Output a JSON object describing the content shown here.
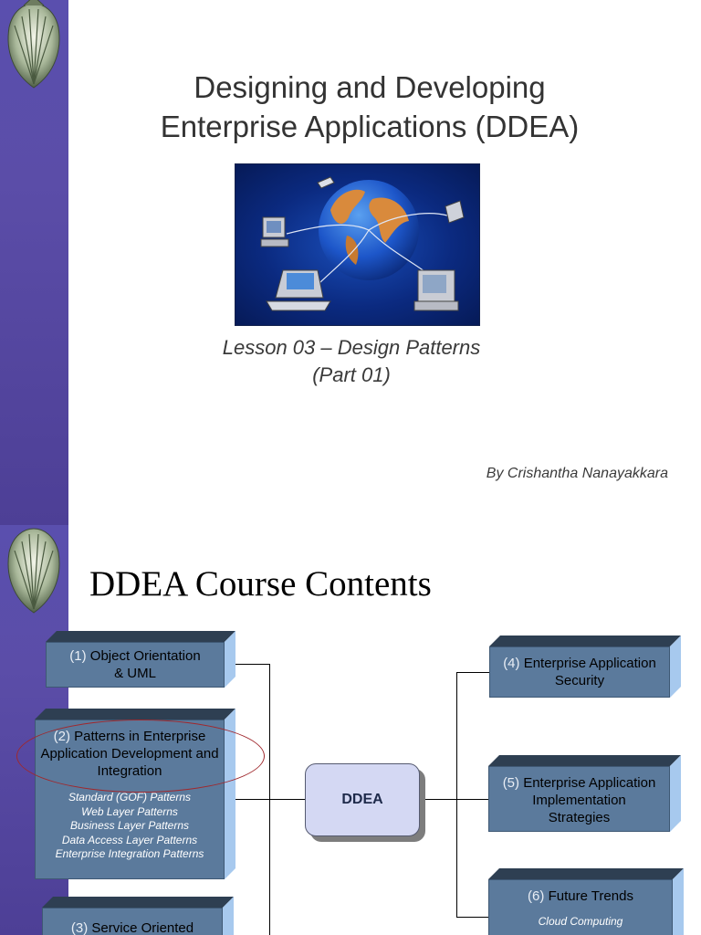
{
  "slide1": {
    "title_lines": [
      "Designing and Developing",
      "Enterprise Applications (DDEA)"
    ],
    "lesson_lines": [
      "Lesson 03 – Design Patterns",
      "(Part 01)"
    ],
    "author": "By Crishantha Nanayakkara"
  },
  "slide2": {
    "title": "DDEA Course Contents",
    "center": "DDEA",
    "boxes": [
      {
        "num": "(1)",
        "label_lines": [
          "Object Orientation",
          "& UML"
        ]
      },
      {
        "num": "(2)",
        "label_lines": [
          "Patterns in Enterprise",
          "Application Development and",
          "Integration"
        ],
        "subitems": [
          "Standard (GOF) Patterns",
          "Web Layer Patterns",
          "Business Layer Patterns",
          "Data Access Layer Patterns",
          "Enterprise Integration Patterns"
        ]
      },
      {
        "num": "(3)",
        "label_lines": [
          "Service Oriented"
        ]
      },
      {
        "num": "(4)",
        "label_lines": [
          "Enterprise Application",
          "Security"
        ]
      },
      {
        "num": "(5)",
        "label_lines": [
          "Enterprise Application",
          "Implementation",
          "Strategies"
        ]
      },
      {
        "num": "(6)",
        "label_lines": [
          "Future Trends"
        ],
        "subitems": [
          "Cloud Computing"
        ]
      }
    ]
  },
  "colors": {
    "sidebar": "#5a4fae",
    "box_front": "#5b7a9c",
    "box_top": "#2e3f52",
    "box_side": "#a7c9ee",
    "center_fill": "#d4d8f3",
    "highlight_ellipse": "#a0282d"
  }
}
